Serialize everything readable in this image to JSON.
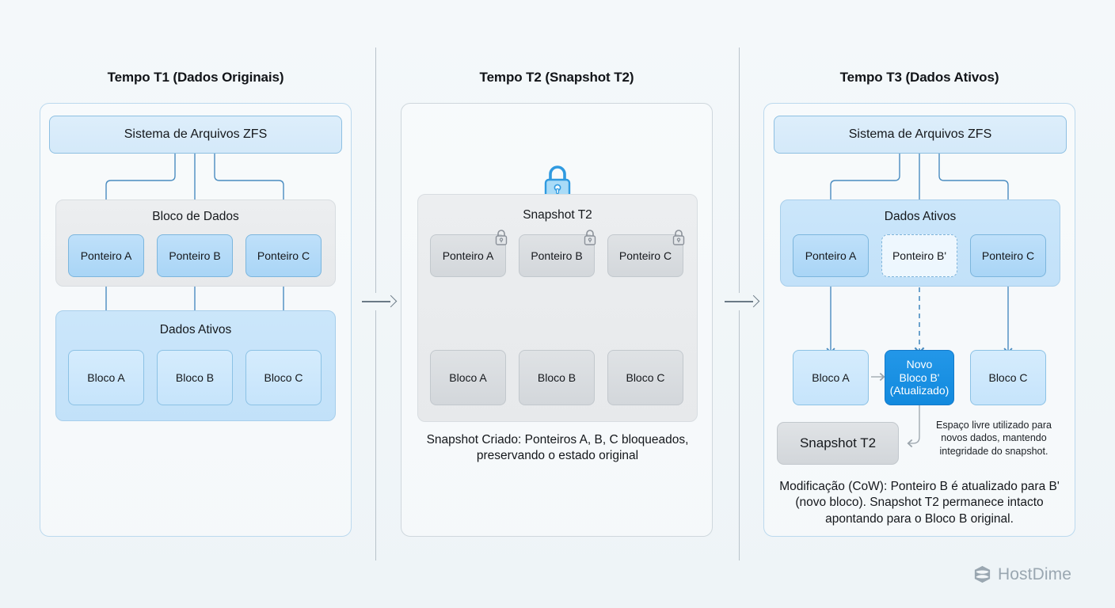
{
  "figure": {
    "background": "#f2f6f8",
    "accent_blue": "#1a8fe0",
    "panel_border_blue": "#bcd9ee",
    "panel_border_gray": "#cfd7dd"
  },
  "panels": [
    {
      "id": "t1",
      "title": "Tempo T1 (Dados Originais)",
      "root_box": "Sistema de Arquivos ZFS",
      "groups": [
        {
          "title": "Bloco de Dados",
          "style": "gray",
          "nodes": [
            "Ponteiro A",
            "Ponteiro B",
            "Ponteiro C"
          ]
        },
        {
          "title": "Dados Ativos",
          "style": "blue",
          "nodes": [
            "Bloco A",
            "Bloco B",
            "Bloco C"
          ]
        }
      ],
      "caption": ""
    },
    {
      "id": "t2",
      "title": "Tempo T2 (Snapshot T2)",
      "root_box": "",
      "lock_icon": "lock-icon",
      "groups": [
        {
          "title": "Snapshot T2",
          "style": "gray",
          "nodes": [
            "Ponteiro A",
            "Ponteiro B",
            "Ponteiro C"
          ],
          "locked_nodes": true,
          "blocks": [
            "Bloco A",
            "Bloco B",
            "Bloco C"
          ]
        }
      ],
      "caption": "Snapshot Criado: Ponteiros A, B, C bloqueados, preservando o estado original"
    },
    {
      "id": "t3",
      "title": "Tempo T3 (Dados Ativos)",
      "root_box": "Sistema de Arquivos ZFS",
      "groups": [
        {
          "title": "Dados Ativos",
          "style": "blue",
          "nodes": [
            "Ponteiro A",
            "Ponteiro B'",
            "Ponteiro C"
          ]
        }
      ],
      "blocks": [
        "Bloco A",
        "Bloco C"
      ],
      "new_block": "Novo Bloco B' (Atualizado)",
      "new_block_lines": [
        "Novo",
        "Bloco B'",
        "(Atualizado)"
      ],
      "snapshot_box": "Snapshot T2",
      "note": "Espaço livre utilizado para novos dados, mantendo integridade do snapshot.",
      "caption": "Modificação (CoW): Ponteiro B é atualizado para B' (novo bloco). Snapshot T2 permanece intacto apontando para o Bloco B original."
    }
  ],
  "step_arrows": [
    "arrow-right-icon",
    "arrow-right-icon"
  ],
  "brand": {
    "name": "HostDime",
    "mark": "hostdime-logo-icon"
  }
}
